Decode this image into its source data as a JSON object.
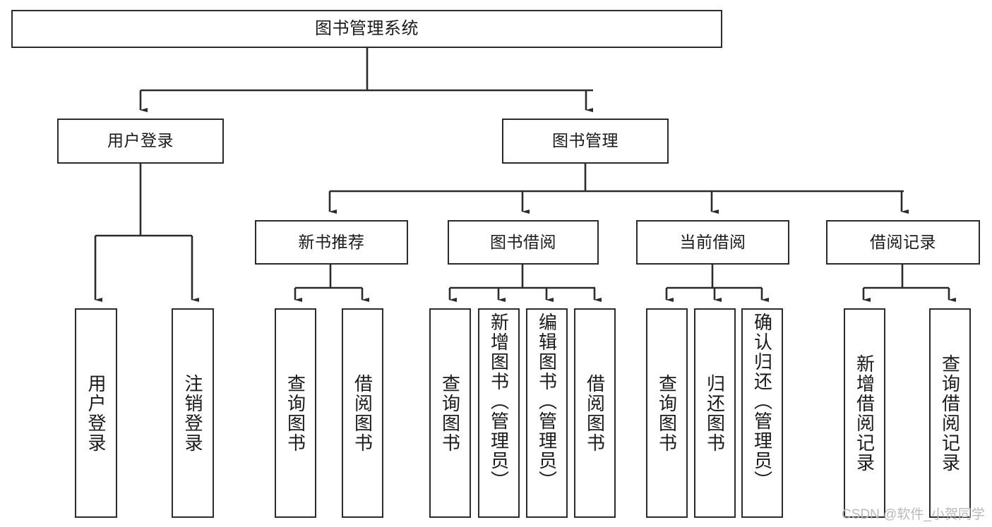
{
  "diagram": {
    "title": "图书管理系统",
    "type": "tree",
    "watermark": "CSDN @软件_小贺同学",
    "colors": {
      "box_border": "#2b2b2b",
      "box_fill": "#ffffff",
      "connector": "#2b2b2b",
      "text": "#1a1a1a",
      "watermark": "#b9b9b9"
    },
    "nodes": {
      "root": {
        "label": "图书管理系统"
      },
      "level2": [
        {
          "label": "用户登录"
        },
        {
          "label": "图书管理"
        }
      ],
      "level3": [
        {
          "label": "新书推荐"
        },
        {
          "label": "图书借阅"
        },
        {
          "label": "当前借阅"
        },
        {
          "label": "借阅记录"
        }
      ],
      "leaves": {
        "user_login": [
          {
            "label": "用户登录"
          },
          {
            "label": "注销登录"
          }
        ],
        "new_book_recommend": [
          {
            "label": "查询图书"
          },
          {
            "label": "借阅图书"
          }
        ],
        "book_borrow": [
          {
            "label": "查询图书"
          },
          {
            "label": "新增图书（管理员）"
          },
          {
            "label": "编辑图书（管理员）"
          },
          {
            "label": "借阅图书"
          }
        ],
        "current_borrow": [
          {
            "label": "查询图书"
          },
          {
            "label": "归还图书"
          },
          {
            "label": "确认归还（管理员）"
          }
        ],
        "borrow_records": [
          {
            "label": "新增借阅记录"
          },
          {
            "label": "查询借阅记录"
          }
        ]
      }
    },
    "edges": [
      {
        "from": "图书管理系统",
        "to": "用户登录"
      },
      {
        "from": "图书管理系统",
        "to": "图书管理"
      },
      {
        "from": "图书管理",
        "to": "新书推荐"
      },
      {
        "from": "图书管理",
        "to": "图书借阅"
      },
      {
        "from": "图书管理",
        "to": "当前借阅"
      },
      {
        "from": "图书管理",
        "to": "借阅记录"
      },
      {
        "from": "用户登录",
        "to": "用户登录"
      },
      {
        "from": "用户登录",
        "to": "注销登录"
      },
      {
        "from": "新书推荐",
        "to": "查询图书"
      },
      {
        "from": "新书推荐",
        "to": "借阅图书"
      },
      {
        "from": "图书借阅",
        "to": "查询图书"
      },
      {
        "from": "图书借阅",
        "to": "新增图书（管理员）"
      },
      {
        "from": "图书借阅",
        "to": "编辑图书（管理员）"
      },
      {
        "from": "图书借阅",
        "to": "借阅图书"
      },
      {
        "from": "当前借阅",
        "to": "查询图书"
      },
      {
        "from": "当前借阅",
        "to": "归还图书"
      },
      {
        "from": "当前借阅",
        "to": "确认归还（管理员）"
      },
      {
        "from": "借阅记录",
        "to": "新增借阅记录"
      },
      {
        "from": "借阅记录",
        "to": "查询借阅记录"
      }
    ]
  }
}
